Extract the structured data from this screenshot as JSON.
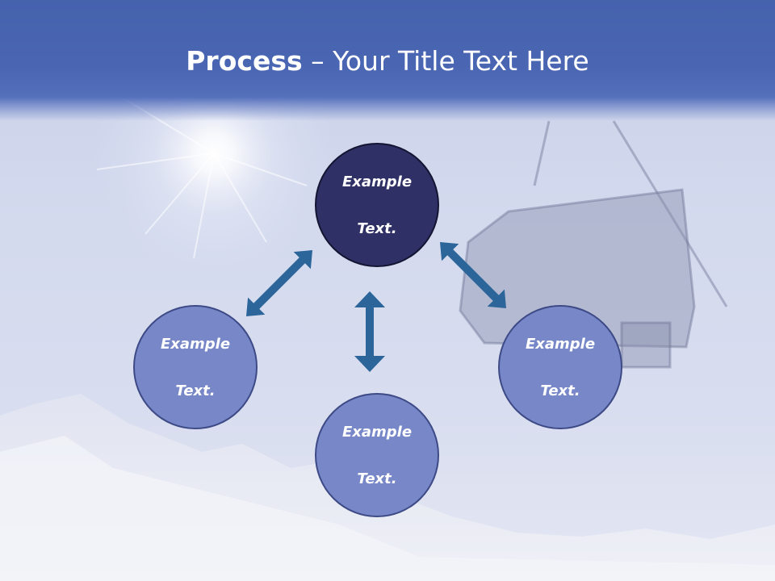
{
  "slide": {
    "title_bold": "Process",
    "title_dash": " – ",
    "title_rest": "Your Title Text Here"
  },
  "nodes": {
    "top": {
      "line1": "Example",
      "line2": "Text."
    },
    "left": {
      "line1": "Example",
      "line2": "Text."
    },
    "right": {
      "line1": "Example",
      "line2": "Text."
    },
    "bottom": {
      "line1": "Example",
      "line2": "Text."
    }
  },
  "colors": {
    "center_node": "#2f3065",
    "outer_node": "#7787c8",
    "arrow": "#2b6599",
    "header": "#4a66b3"
  }
}
